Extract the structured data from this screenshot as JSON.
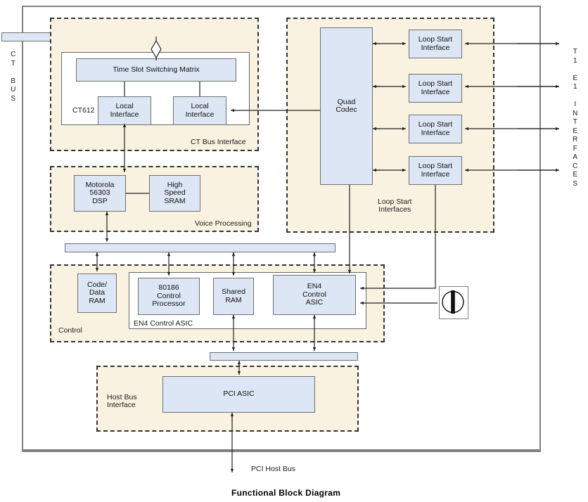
{
  "figure": {
    "caption": "Functional Block Diagram",
    "pci_host_bus_label": "PCI Host Bus"
  },
  "edge_labels": {
    "left": "C\nT\n\nB\nU\nS",
    "right": "T\n1\n\nE\n1\n\nI\nN\nT\nE\nR\nF\nA\nC\nE\nS"
  },
  "colors": {
    "block_fill": "#dce6f4",
    "block_stroke": "#707070",
    "group_fill": "#faf2e0",
    "group_stroke": "#333333",
    "card_stroke": "#808080",
    "wire": "#222222",
    "text": "#1a1a1a"
  },
  "groups": {
    "ct_bus_interface": {
      "label": "CT Bus Interface",
      "inner_label": "CT612",
      "blocks": {
        "matrix": "Time Slot Switching Matrix",
        "local_interface_1": "Local\nInterface",
        "local_interface_2": "Local\nInterface"
      }
    },
    "voice_processing": {
      "label": "Voice Processing",
      "blocks": {
        "dsp": "Motorola\n56303\nDSP",
        "sram": "High\nSpeed\nSRAM"
      }
    },
    "loop_start_interfaces": {
      "label": "Loop Start\nInterfaces",
      "blocks": {
        "quad_codec": "Quad\nCodec",
        "loop_start_1": "Loop Start\nInterface",
        "loop_start_2": "Loop Start\nInterface",
        "loop_start_3": "Loop Start\nInterface",
        "loop_start_4": "Loop Start\nInterface"
      }
    },
    "control": {
      "label": "Control",
      "inner_label": "EN4 Control ASIC",
      "blocks": {
        "code_data_ram": "Code/\nData\nRAM",
        "control_processor": "80186\nControl\nProcessor",
        "shared_ram": "Shared\nRAM",
        "en4_control_asic": "EN4\nControl\nASIC"
      }
    },
    "host_bus_interface": {
      "label": "Host Bus\nInterface",
      "blocks": {
        "pci_asic": "PCI ASIC"
      }
    }
  },
  "buses": {
    "ct_bus_rail": "",
    "mid_bus": "",
    "lower_bus": ""
  },
  "icons": {
    "relay": "relay-icon",
    "bus_tap": "bus-tap-diamond-icon"
  }
}
